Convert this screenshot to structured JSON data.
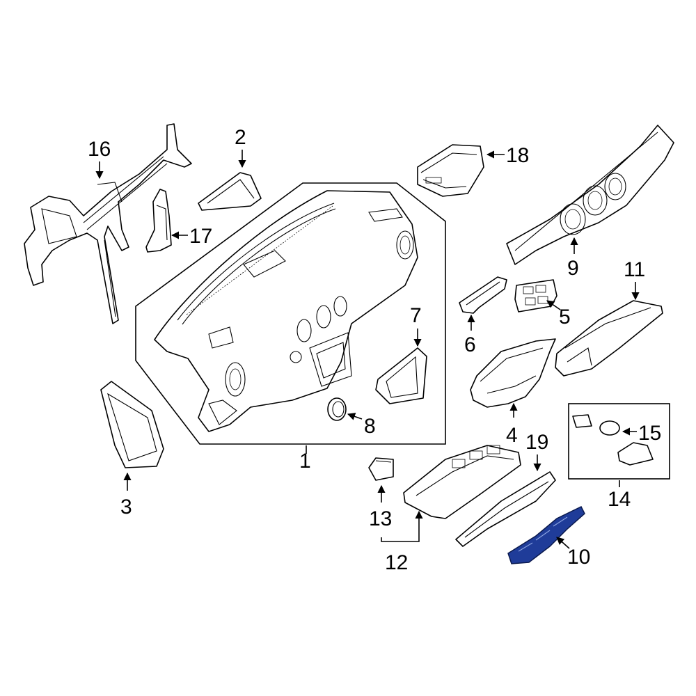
{
  "colors": {
    "line": "#000000",
    "background": "#ffffff",
    "highlight": "#1f3c99"
  },
  "highlighted_part": "10",
  "callouts": {
    "c1": "1",
    "c2": "2",
    "c3": "3",
    "c4": "4",
    "c5": "5",
    "c6": "6",
    "c7": "7",
    "c8": "8",
    "c9": "9",
    "c10": "10",
    "c11": "11",
    "c12": "12",
    "c13": "13",
    "c14": "14",
    "c15": "15",
    "c16": "16",
    "c17": "17",
    "c18": "18",
    "c19": "19"
  }
}
